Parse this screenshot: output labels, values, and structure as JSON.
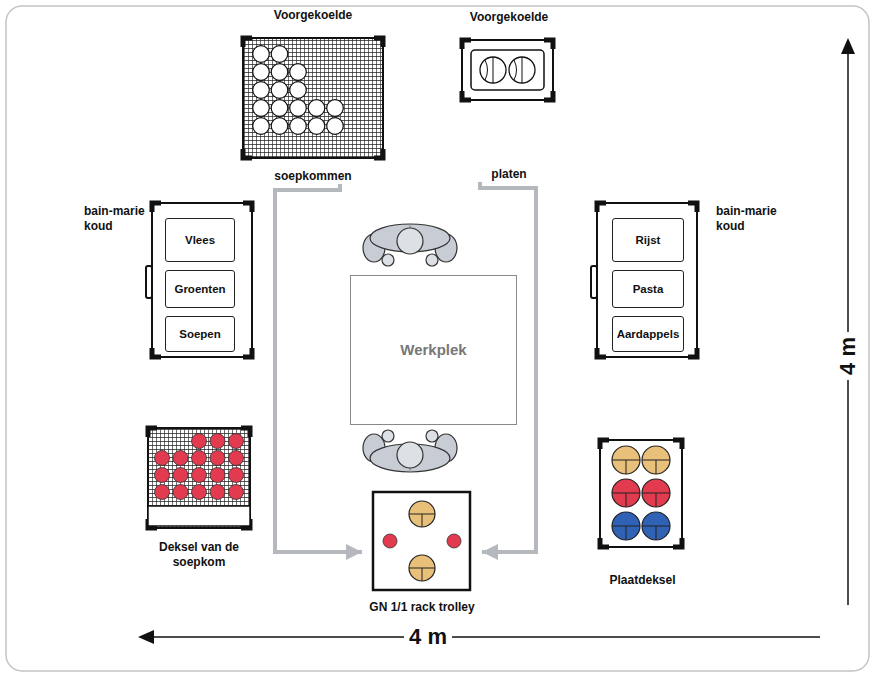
{
  "diagram": {
    "nodes": [
      {
        "text": [
          "Voorgekoelde",
          "soepkommen"
        ]
      },
      {
        "text": [
          "Voorgekoelde",
          "platen"
        ]
      },
      {
        "text": [
          "bain-marie koud"
        ]
      },
      {
        "text": [
          "Vlees"
        ],
        "in": 2
      },
      {
        "text": [
          "Groenten"
        ],
        "in": 2
      },
      {
        "text": [
          "Soepen"
        ],
        "in": 2
      },
      {
        "text": [
          "Werkplek"
        ]
      },
      {
        "text": [
          "bain-marie koud"
        ]
      },
      {
        "text": [
          "Rijst"
        ],
        "in": 7
      },
      {
        "text": [
          "Pasta"
        ],
        "in": 7
      },
      {
        "text": [
          "Aardappels"
        ],
        "in": 7
      },
      {
        "text": [
          "Deksel van de soepkom"
        ]
      },
      {
        "text": [
          "Plaatdeksel"
        ]
      },
      {
        "text": [
          "GN 1/1 rack trolley"
        ]
      }
    ],
    "edges": [
      {
        "from": 0,
        "to": 13,
        "arrow": "to"
      },
      {
        "from": 1,
        "to": 13,
        "arrow": "to"
      }
    ],
    "labels": [
      "4 m",
      "4 m"
    ]
  }
}
